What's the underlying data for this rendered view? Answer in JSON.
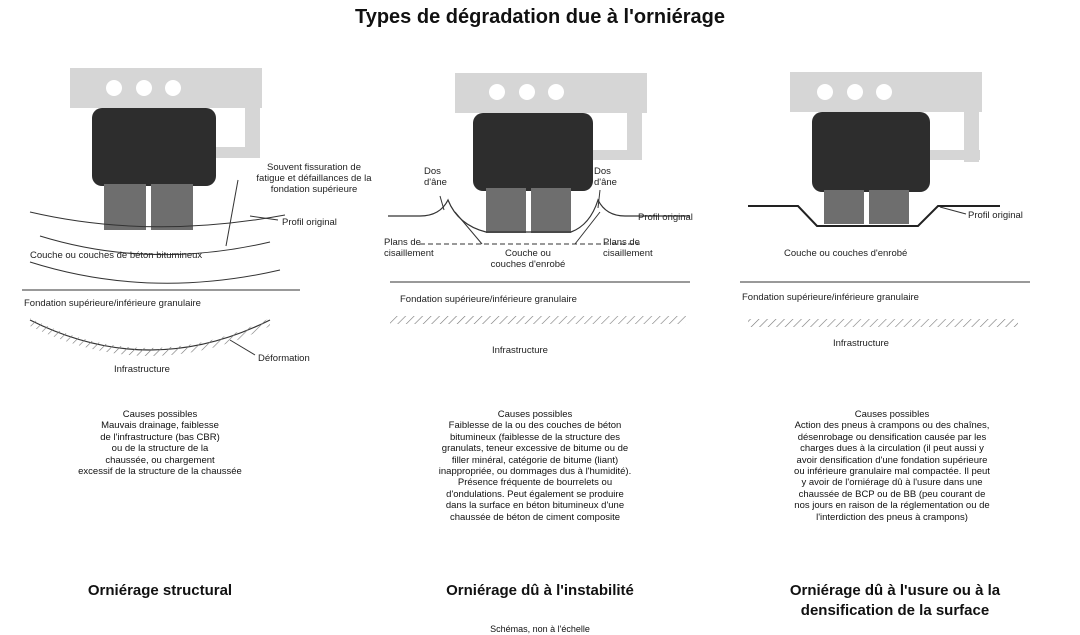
{
  "title": "Types de dégradation due à l'orniérage",
  "panels": [
    {
      "labels": {
        "crack_note": "Souvent fissuration de\nfatigue et défaillances de la\nfondation supérieure",
        "original_profile": "Profil original",
        "layer": "Couche ou couches de béton bitumineux",
        "base": "Fondation supérieure/inférieure granulaire",
        "deformation": "Déformation",
        "subgrade": "Infrastructure"
      },
      "causes": "Causes possibles\nMauvais drainage, faiblesse\nde l'infrastructure (bas CBR)\nou de la structure de la\nchaussée, ou chargement\nexcessif de la structure de la chaussée",
      "caption": "Orniérage structural"
    },
    {
      "labels": {
        "hump_left": "Dos\nd'âne",
        "hump_right": "Dos\nd'âne",
        "original_profile": "Profil original",
        "shear_left": "Plans de\ncisaillement",
        "shear_right": "Plans de\ncisaillement",
        "layer": "Couche ou\ncouches d'enrobé",
        "base": "Fondation supérieure/inférieure granulaire",
        "subgrade": "Infrastructure"
      },
      "causes": "Causes possibles\nFaiblesse de la ou des couches de béton\nbitumineux (faiblesse de la structure des\ngranulats, teneur excessive de bitume ou de\nfiller minéral, catégorie de bitume (liant)\ninappropriée, ou dommages dus à l'humidité).\nPrésence fréquente de bourrelets ou\nd'ondulations. Peut également se produire\ndans la surface en béton bitumineux d'une\nchaussée de béton de ciment composite",
      "caption": "Orniérage dû à l'instabilité"
    },
    {
      "labels": {
        "original_profile": "Profil original",
        "layer": "Couche ou couches d'enrobé",
        "base": "Fondation supérieure/inférieure granulaire",
        "subgrade": "Infrastructure"
      },
      "causes": "Causes possibles\nAction des pneus à crampons ou des chaînes,\ndésenrobage ou densification causée par les\ncharges dues à la circulation (il peut aussi y\navoir densification d'une fondation supérieure\nou inférieure granulaire mal compactée. Il peut\ny avoir de l'orniérage dû à l'usure dans une\nchaussée de BCP ou de BB (peu courant de\nnos jours en raison de la réglementation ou de\nl'interdiction des pneus à crampons)",
      "caption": "Orniérage dû à l'usure ou à la\ndensification de la surface"
    }
  ],
  "footnote": "Schémas, non à l'échelle"
}
